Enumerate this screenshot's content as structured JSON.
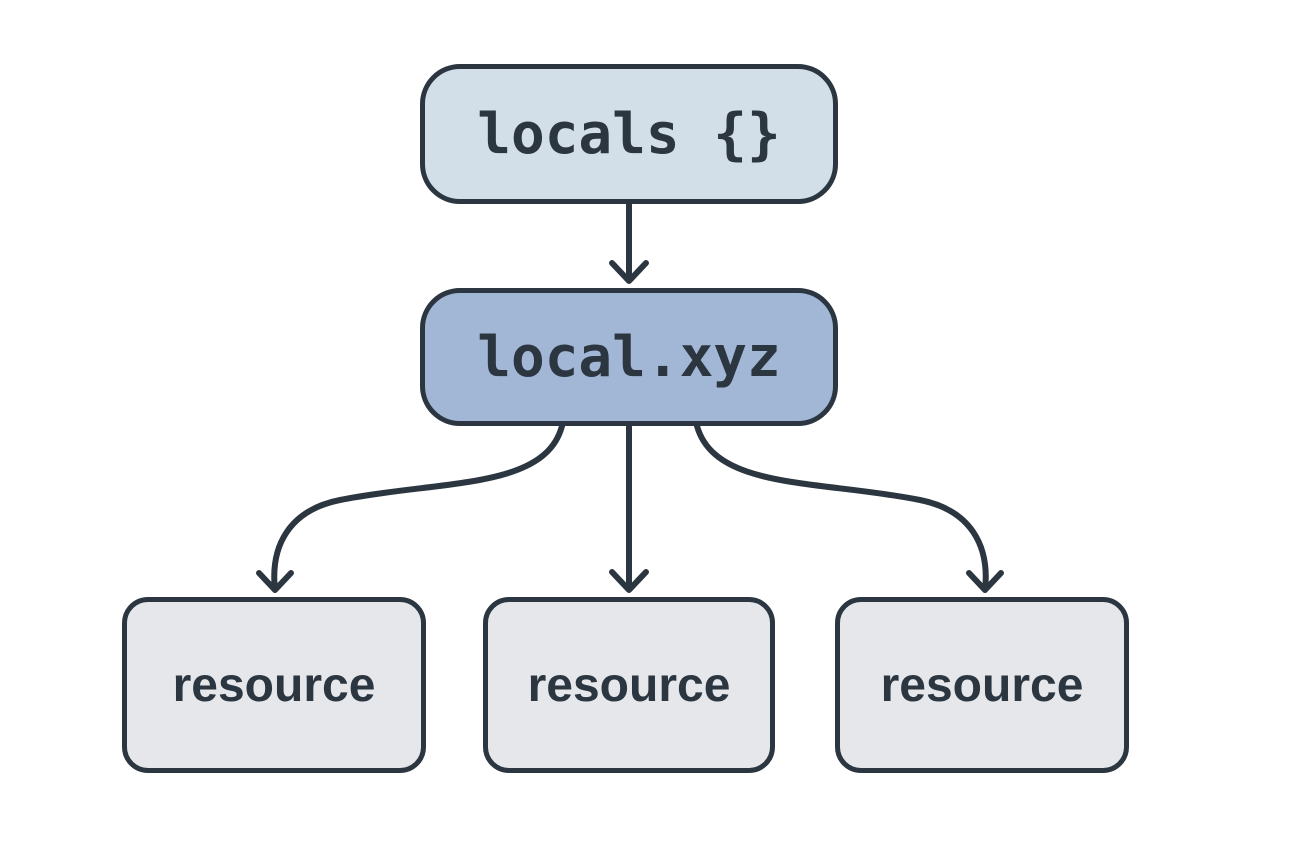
{
  "nodes": {
    "top": "locals {}",
    "middle": "local.xyz",
    "resources": [
      "resource",
      "resource",
      "resource"
    ]
  }
}
